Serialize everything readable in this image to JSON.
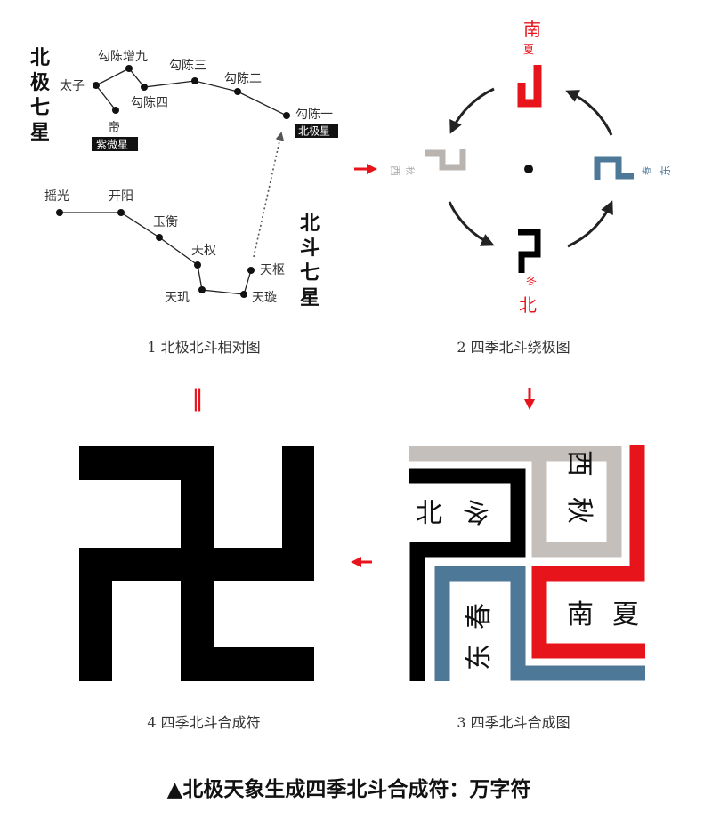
{
  "panel1": {
    "title_polar": [
      "北",
      "极",
      "七",
      "星"
    ],
    "title_dipper": [
      "北",
      "斗",
      "七",
      "星"
    ],
    "polar_stars": {
      "taizi": "太子",
      "gouchen_zeng9": "勾陈增九",
      "gouchen4": "勾陈四",
      "gouchen3": "勾陈三",
      "gouchen2": "勾陈二",
      "gouchen1": "勾陈一",
      "di": "帝"
    },
    "polaris_badge": "北极星",
    "ziwei_badge": "紫微星",
    "dipper_stars": {
      "yaoguang": "摇光",
      "kaiyang": "开阳",
      "yuheng": "玉衡",
      "tianquan": "天权",
      "tianji": "天玑",
      "tianxuan": "天璇",
      "tianshu": "天枢"
    },
    "caption": "1 北极北斗相对图"
  },
  "panel2": {
    "south": "南",
    "summer": "夏",
    "north": "北",
    "winter": "冬",
    "west": "西",
    "autumn": "秋",
    "east": "东",
    "spring": "春",
    "caption": "2 四季北斗绕极图"
  },
  "panel3": {
    "north": "北",
    "winter": "冬",
    "west": "西",
    "autumn": "秋",
    "south": "南",
    "summer": "夏",
    "east": "东",
    "spring": "春",
    "caption": "3 四季北斗合成图"
  },
  "panel4": {
    "caption": "4 四季北斗合成符"
  },
  "connectors": {
    "equals_symbol": "‖"
  },
  "footer": {
    "caption": "▲北极天象生成四季北斗合成符：万字符"
  },
  "colors": {
    "summer_south": "#e8141c",
    "autumn_west": "#c4bfbb",
    "spring_east": "#4e7898",
    "winter_north": "#000000",
    "arrow_red": "#e8141c"
  }
}
